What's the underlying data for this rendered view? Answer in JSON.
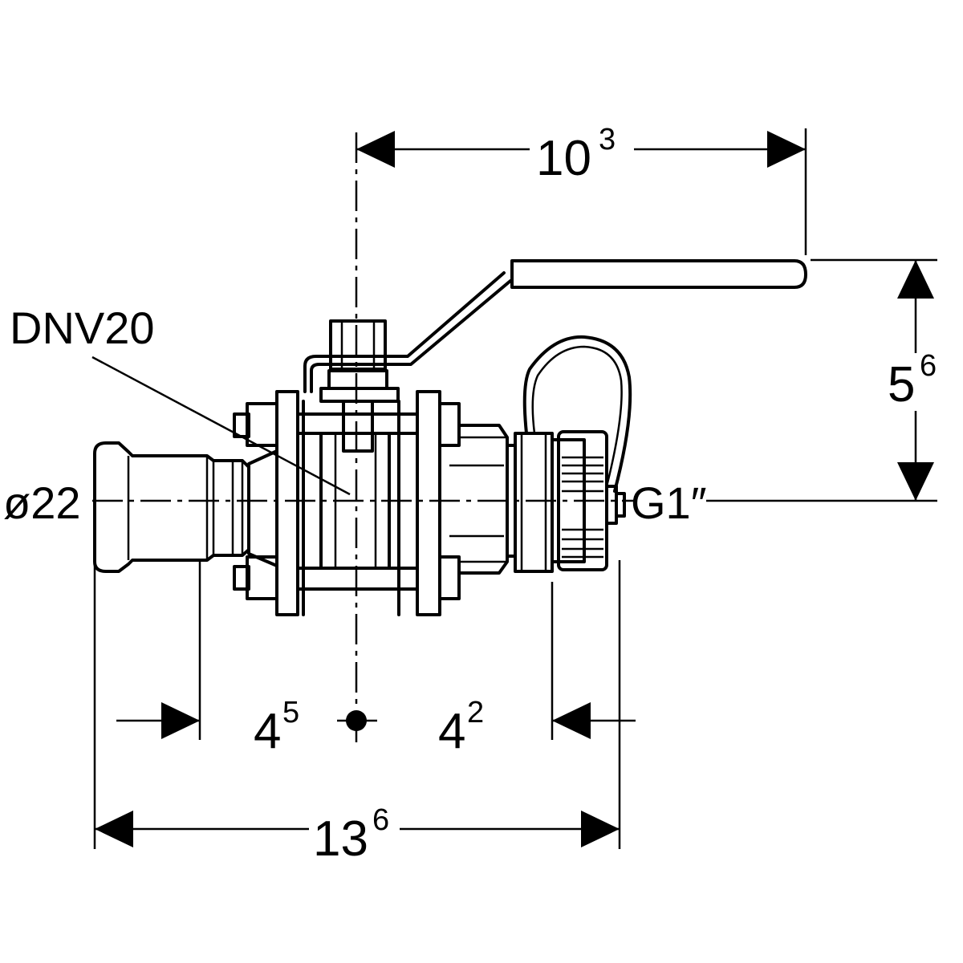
{
  "component": {
    "type_label": "DNV20",
    "inlet_label": "ø22",
    "outlet_label": "G1″"
  },
  "dimensions": {
    "handle_length": {
      "value": "10",
      "sup": "3"
    },
    "handle_height": {
      "value": "5",
      "sup": "6"
    },
    "inlet_length": {
      "value": "4",
      "sup": "5"
    },
    "outlet_length": {
      "value": "4",
      "sup": "2"
    },
    "overall_length": {
      "value": "13",
      "sup": "6"
    }
  }
}
